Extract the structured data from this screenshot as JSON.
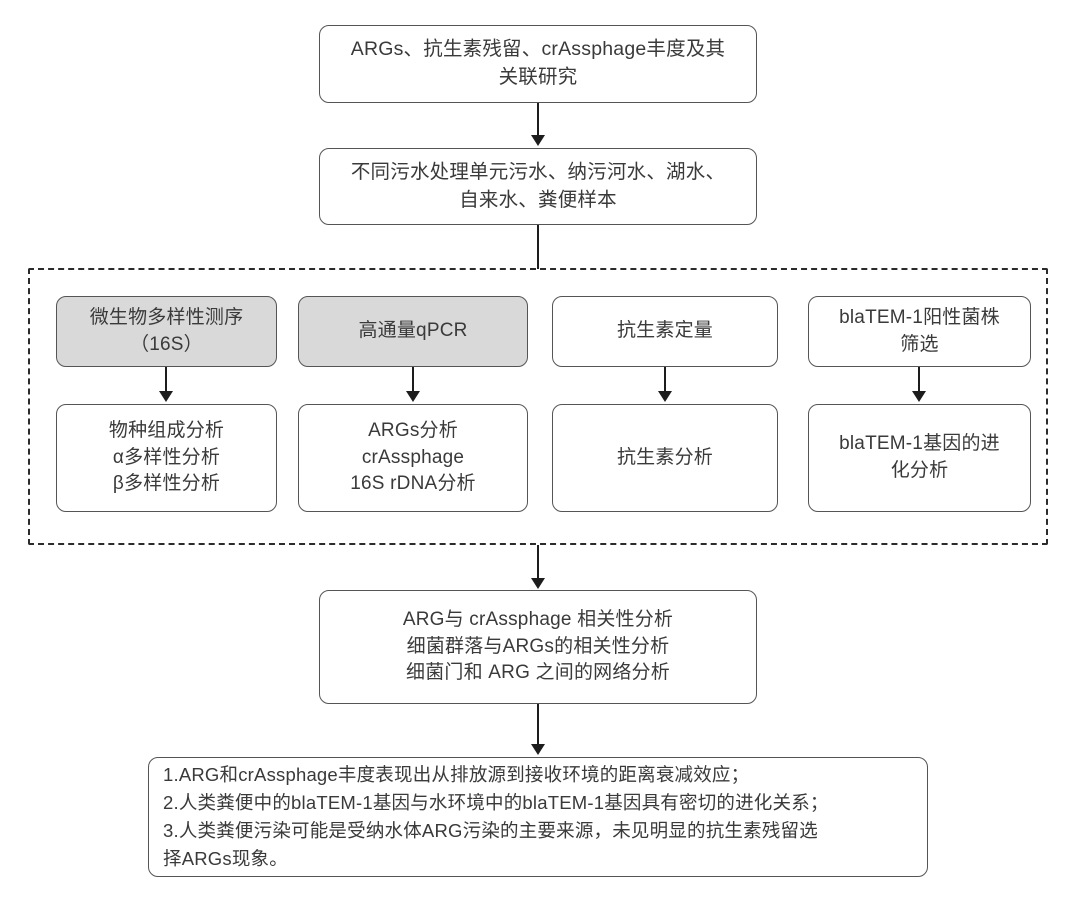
{
  "diagram": {
    "title_node": {
      "label": "ARGs、抗生素残留、crAssphage丰度及其\n关联研究"
    },
    "sample_node": {
      "label": "不同污水处理单元污水、纳污河水、湖水、\n自来水、粪便样本"
    },
    "methods_group": {
      "name": "experimental-methods-group",
      "columns": [
        {
          "method": "微生物多样性测序\n（16S）",
          "method_shaded": true,
          "analysis": "物种组成分析\nα多样性分析\nβ多样性分析"
        },
        {
          "method": "高通量qPCR",
          "method_shaded": true,
          "analysis": "ARGs分析\ncrAssphage\n16S rDNA分析"
        },
        {
          "method": "抗生素定量",
          "method_shaded": false,
          "analysis": "抗生素分析"
        },
        {
          "method": "blaTEM-1阳性菌株\n筛选",
          "method_shaded": false,
          "analysis": "blaTEM-1基因的进\n化分析"
        }
      ]
    },
    "correlation_node": {
      "label": "ARG与 crAssphage 相关性分析\n细菌群落与ARGs的相关性分析\n细菌门和 ARG 之间的网络分析"
    },
    "conclusion_node": {
      "label": "1.ARG和crAssphage丰度表现出从排放源到接收环境的距离衰减效应；\n2.人类粪便中的blaTEM-1基因与水环境中的blaTEM-1基因具有密切的进化关系；\n3.人类粪便污染可能是受纳水体ARG污染的主要来源，未见明显的抗生素残留选\n择ARGs现象。"
    },
    "colors": {
      "box_border": "#555555",
      "box_fill": "#ffffff",
      "shaded_fill": "#d9d9d9",
      "connector": "#1d1d1d",
      "dashed_border": "#2b2b2b",
      "text": "#3a3a3a"
    }
  }
}
